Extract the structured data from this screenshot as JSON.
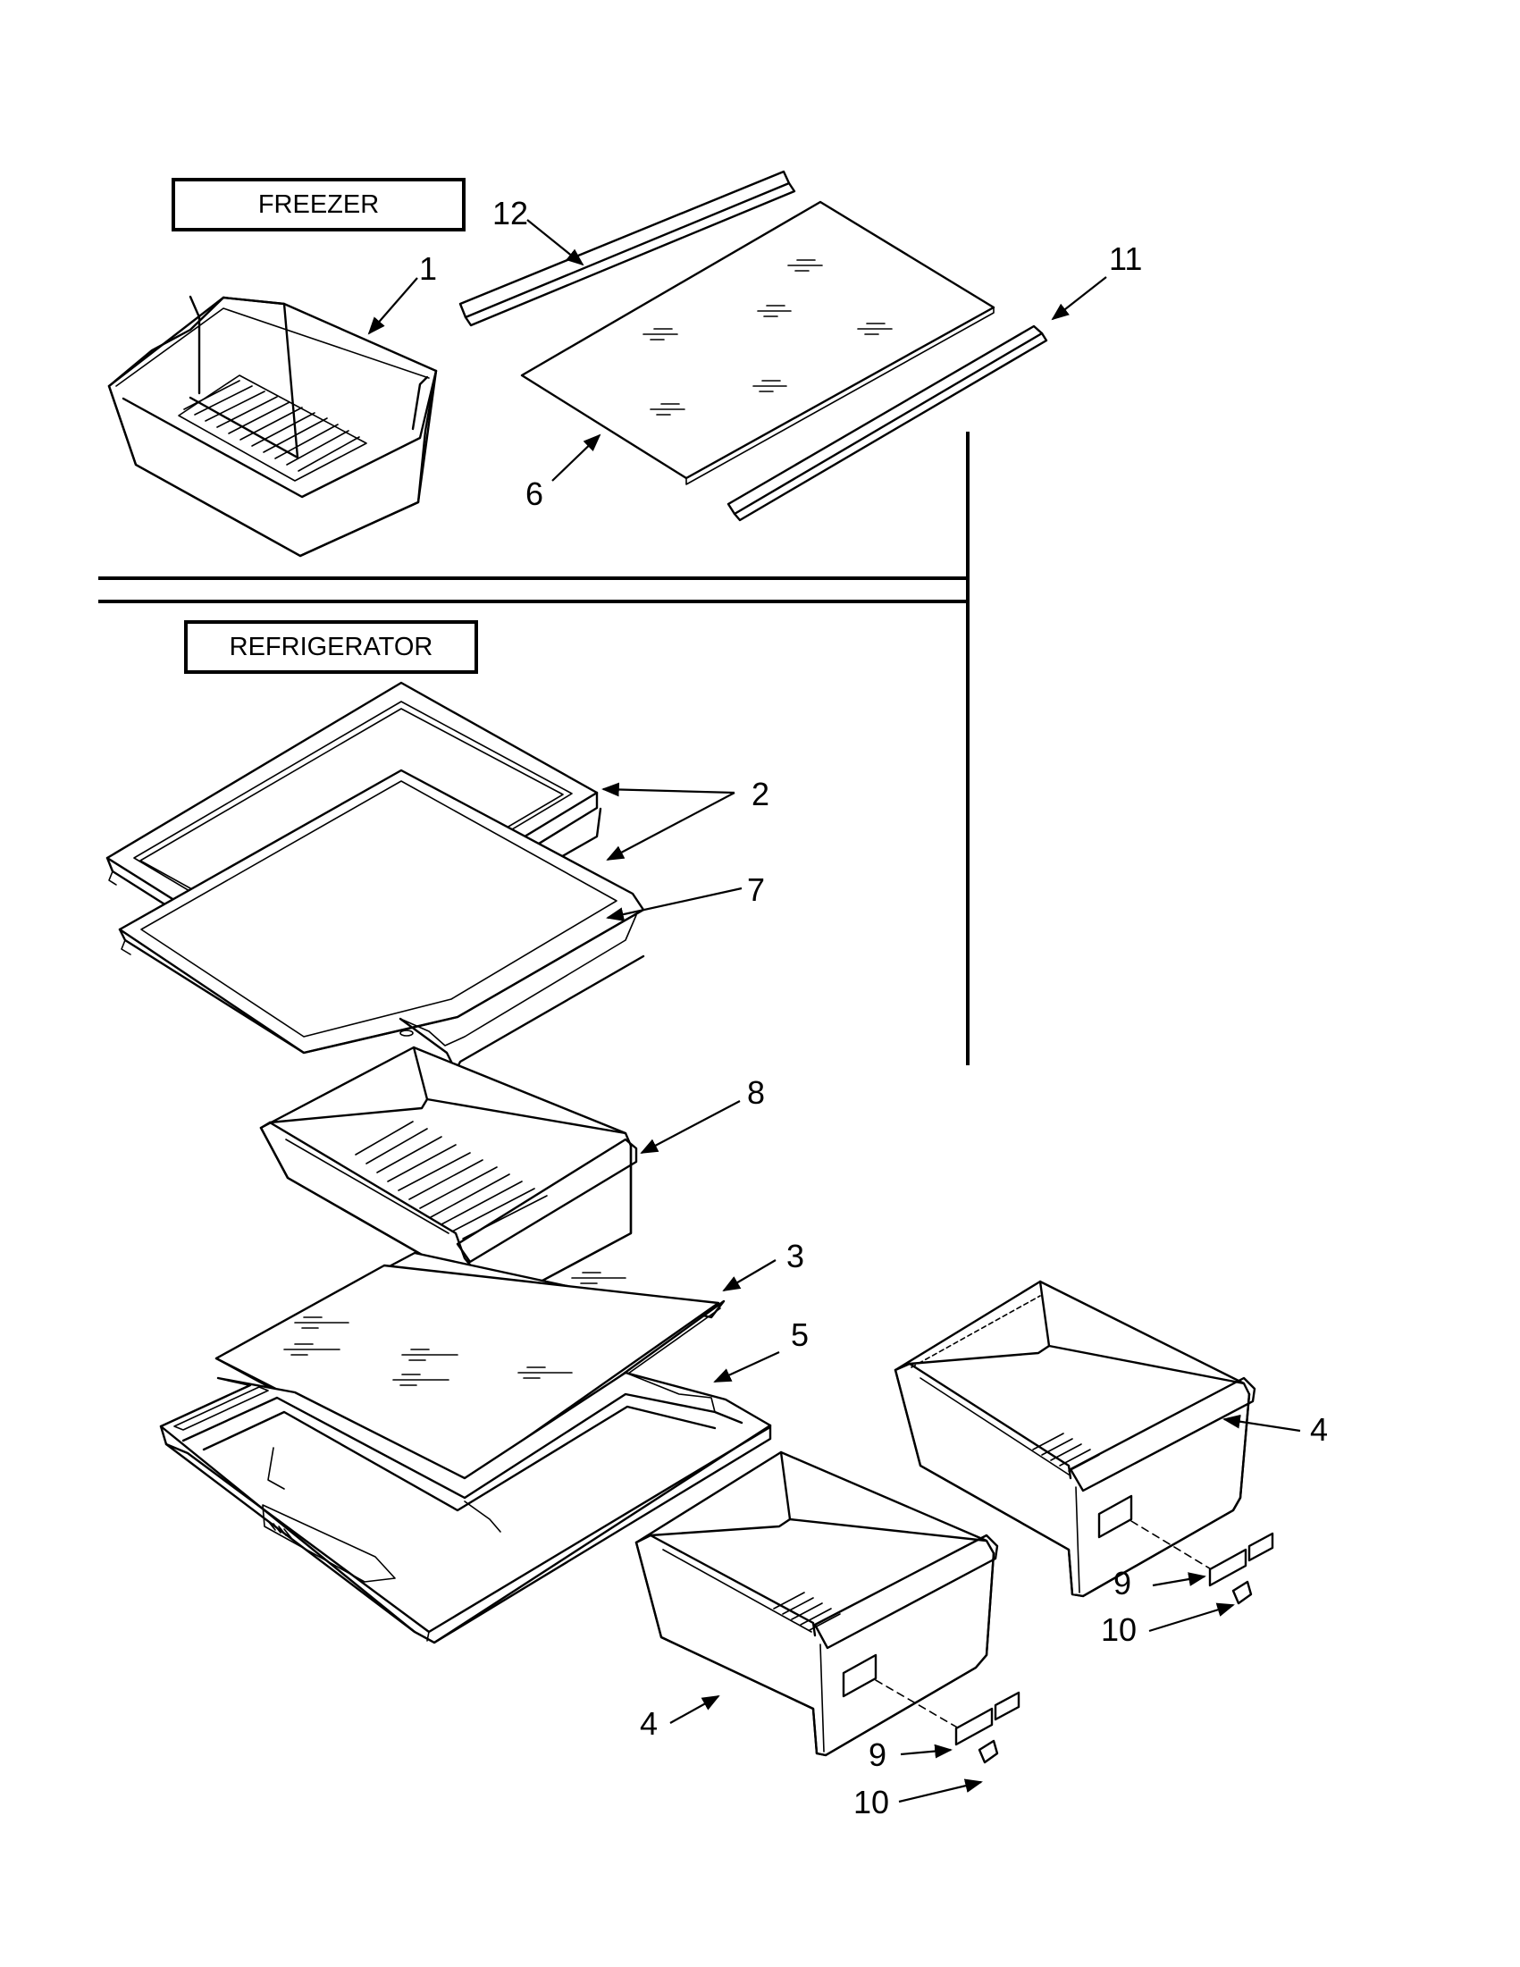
{
  "sections": {
    "freezer": "FREEZER",
    "refrigerator": "REFRIGERATOR"
  },
  "callouts": [
    {
      "id": "c12",
      "text": "12"
    },
    {
      "id": "c1",
      "text": "1"
    },
    {
      "id": "c11",
      "text": "11"
    },
    {
      "id": "c6",
      "text": "6"
    },
    {
      "id": "c2",
      "text": "2"
    },
    {
      "id": "c7",
      "text": "7"
    },
    {
      "id": "c8",
      "text": "8"
    },
    {
      "id": "c3",
      "text": "3"
    },
    {
      "id": "c5",
      "text": "5"
    },
    {
      "id": "c4a",
      "text": "4"
    },
    {
      "id": "c9a",
      "text": "9"
    },
    {
      "id": "c10a",
      "text": "10"
    },
    {
      "id": "c4b",
      "text": "4"
    },
    {
      "id": "c9b",
      "text": "9"
    },
    {
      "id": "c10b",
      "text": "10"
    }
  ]
}
